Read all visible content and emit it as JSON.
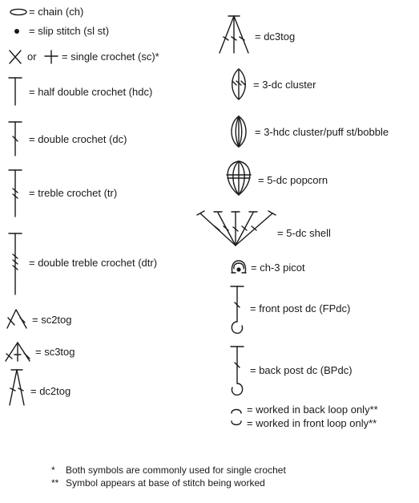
{
  "legend": {
    "left": [
      {
        "id": "chain",
        "label": "= chain (ch)"
      },
      {
        "id": "slip",
        "label": "= slip stitch (sl st)"
      },
      {
        "id": "sc",
        "or_text": "or",
        "label": "= single crochet (sc)*"
      },
      {
        "id": "hdc",
        "label": "= half double crochet (hdc)"
      },
      {
        "id": "dc",
        "label": "= double crochet (dc)"
      },
      {
        "id": "tr",
        "label": "= treble crochet (tr)"
      },
      {
        "id": "dtr",
        "label": "= double treble crochet (dtr)"
      },
      {
        "id": "sc2tog",
        "label": "= sc2tog"
      },
      {
        "id": "sc3tog",
        "label": "= sc3tog"
      },
      {
        "id": "dc2tog",
        "label": "= dc2tog"
      }
    ],
    "right": [
      {
        "id": "dc3tog",
        "label": "= dc3tog"
      },
      {
        "id": "cluster3dc",
        "label": "= 3-dc cluster"
      },
      {
        "id": "puff",
        "label": "= 3-hdc cluster/puff st/bobble"
      },
      {
        "id": "popcorn",
        "label": "= 5-dc popcorn"
      },
      {
        "id": "shell",
        "label": "= 5-dc shell"
      },
      {
        "id": "picot",
        "label": "= ch-3 picot"
      },
      {
        "id": "fpdc",
        "label": "= front post dc (FPdc)"
      },
      {
        "id": "bpdc",
        "label": "= back post dc (BPdc)"
      },
      {
        "id": "blo",
        "label": "= worked in back loop only**"
      },
      {
        "id": "flo",
        "label": "= worked in front loop only**"
      }
    ]
  },
  "notes": [
    {
      "mark": "*",
      "text": "Both symbols are commonly used for single crochet"
    },
    {
      "mark": "**",
      "text": "Symbol appears at base of stitch being worked"
    }
  ]
}
